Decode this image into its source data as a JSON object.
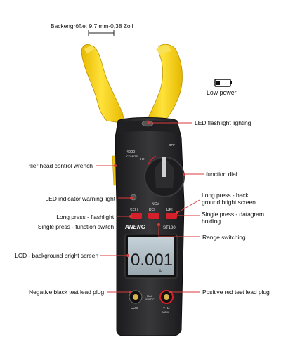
{
  "jaw_size": "Backengröße: 9,7 mm-0,38 Zoll",
  "low_power": "Low power",
  "labels": {
    "led_flashlight": "LED flashlight lighting",
    "plier_wrench": "Plier head control wrench",
    "function_dial": "function dial",
    "led_indicator": "LED indicator warning light",
    "long_press_back_1": "Long press - back",
    "long_press_back_2": "ground bright screen",
    "single_press_hold_1": "Single press - datagram",
    "single_press_hold_2": "holding",
    "long_press_flash": "Long press - flashlight",
    "single_press_func": "Single press - function switch",
    "range_switching": "Range switching",
    "lcd_backlight": "LCD - background bright screen",
    "negative_plug": "Negative black test lead plug",
    "positive_plug": "Positive red test lead plug"
  },
  "device": {
    "brand": "ANENG",
    "model": "ST180",
    "counts_top": "4000",
    "counts_bottom": "COUNTS",
    "dial_off": "OFF",
    "dial_hz": "Hz",
    "dial_ncv": "NCV",
    "btn_sel": "SEL/",
    "btn_rel": "REL",
    "btn_hbl": "HBL",
    "lcd_value": "0.001",
    "lcd_unit": "A",
    "com": "COM",
    "max_1": "MAX",
    "max_2": "600VDC",
    "right_jack_1": "V",
    "right_jack_2": "Ω",
    "right_jack_3": "CAT III"
  },
  "colors": {
    "jaw_yellow": "#f5d10f",
    "body_dark": "#2a2a2c",
    "button_red": "#d4202a",
    "lcd_bg": "#b7c2c9",
    "leader_red": "#d83a3a"
  }
}
